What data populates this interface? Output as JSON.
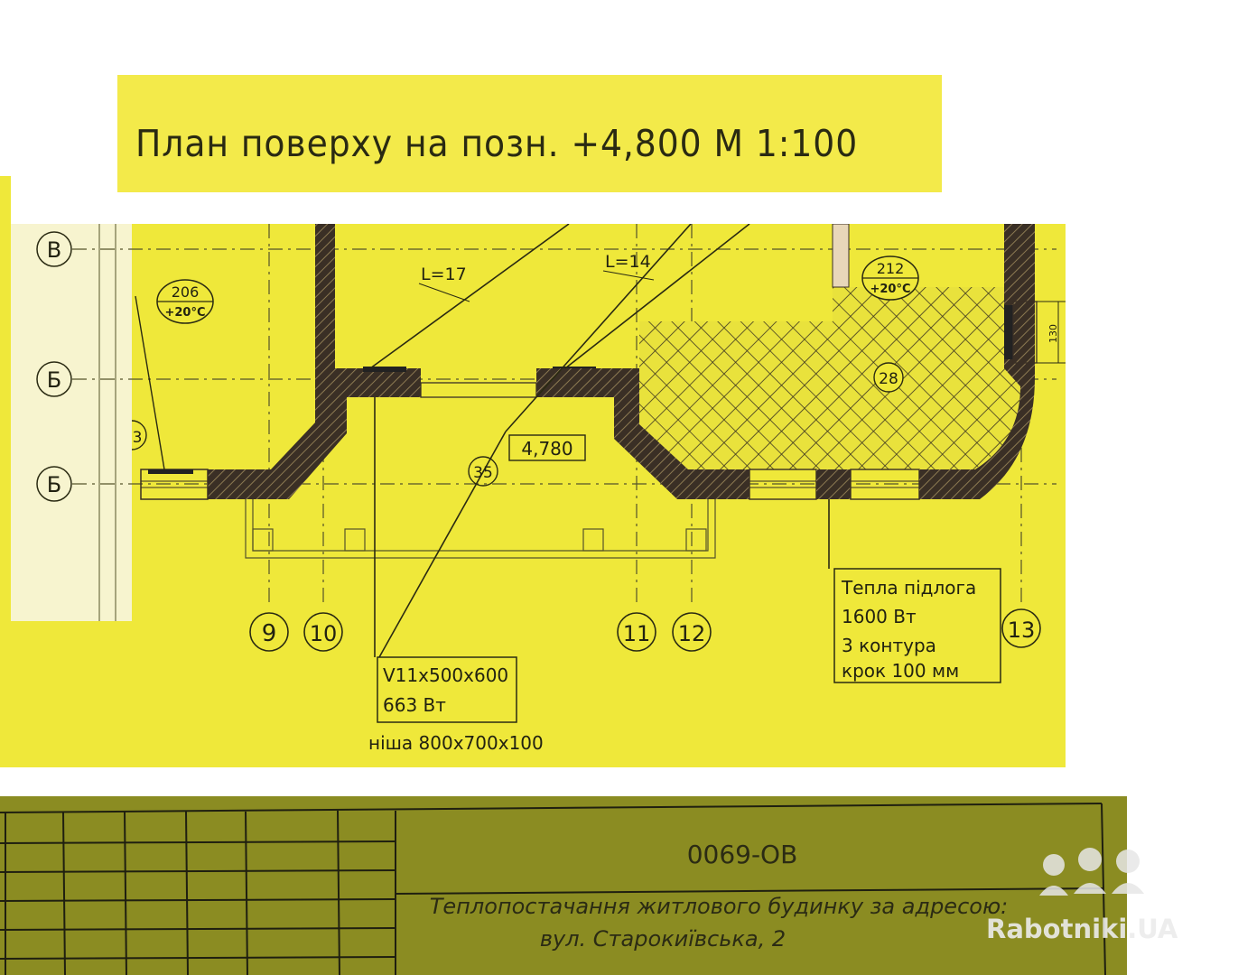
{
  "title": "План поверху на позн. +4,800 М 1:100",
  "axes": {
    "rows": [
      "В",
      "Б",
      "Б"
    ],
    "columns": [
      "9",
      "10",
      "11",
      "12",
      "13"
    ]
  },
  "rooms": [
    {
      "number": "206",
      "temp": "+20°С"
    },
    {
      "number": "212",
      "temp": "+20°С"
    }
  ],
  "room_marks": [
    "35",
    "28",
    "3"
  ],
  "level_mark": "4,780",
  "pipe_lengths": [
    "L=17",
    "L=14"
  ],
  "dimension": "130",
  "radiator": {
    "line1": "V11x500x600",
    "line2": "663 Вт",
    "note": "ніша 800x700x100"
  },
  "floor_heating": {
    "line1": "Тепла підлога",
    "line2": "1600 Вт",
    "line3": "3 контура",
    "line4": "крок 100 мм"
  },
  "titleblock": {
    "code": "0069-ОВ",
    "line1": "Теплопостачання житлового будинку за адресою:",
    "line2": "вул. Старокиївська, 2"
  },
  "watermark": "Rabotniki.UA",
  "colors": {
    "paper": "#efe83a",
    "ink": "#222211",
    "titleblock": "#8b8c22"
  }
}
